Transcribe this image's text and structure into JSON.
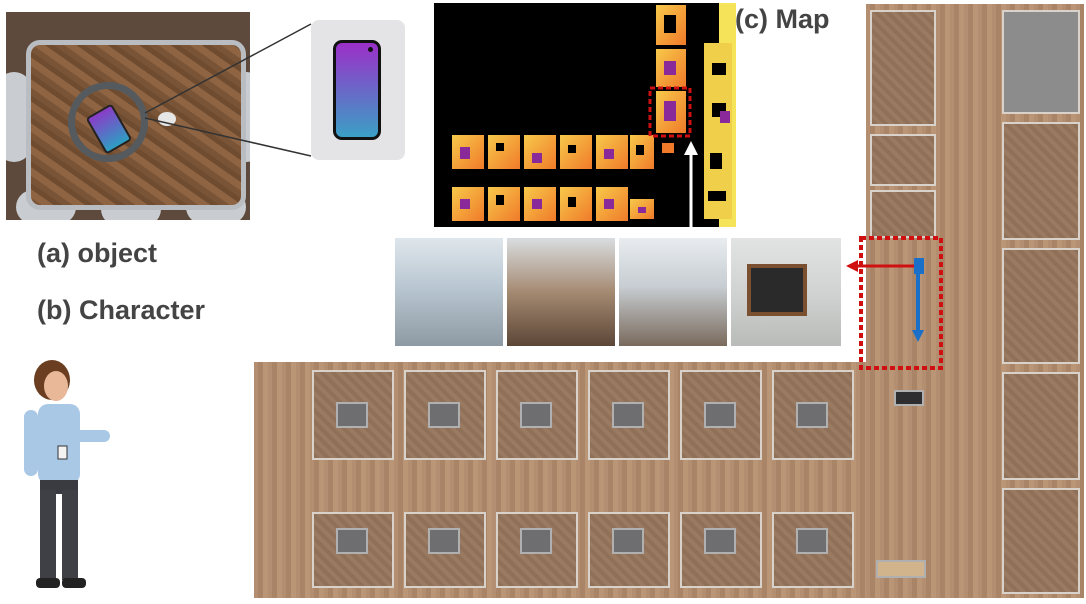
{
  "labels": {
    "object": "(a) object",
    "character": "(b) Character",
    "map": "(c) Map"
  },
  "colors": {
    "highlight": "#d01010",
    "arrow_red": "#d01010",
    "arrow_blue": "#1a6fc9",
    "map_arrow": "#ffffff",
    "label_text": "#444444"
  },
  "icons": {
    "phone": "phone-icon",
    "character": "person-figure"
  }
}
